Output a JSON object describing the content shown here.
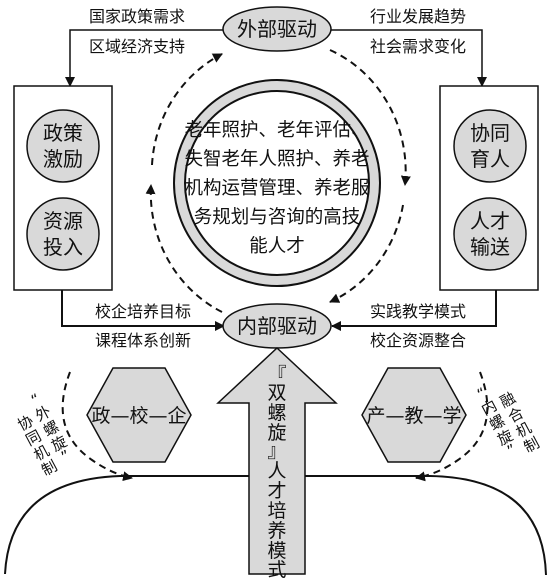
{
  "external_drive": {
    "title": "外部驱动",
    "left_reasons": [
      "国家政策需求",
      "区域经济支持"
    ],
    "right_reasons": [
      "行业发展趋势",
      "社会需求变化"
    ]
  },
  "internal_drive": {
    "title": "内部驱动",
    "left_reasons": [
      "校企培养目标",
      "课程体系创新"
    ],
    "right_reasons": [
      "实践教学模式",
      "校企资源整合"
    ]
  },
  "center_text_lines": [
    "老年照护、老年评估、",
    "失智老年人照护、养老",
    "机构运营管理、养老服",
    "务规划与咨询的高技",
    "能人才"
  ],
  "left_box": {
    "items": [
      [
        "政策",
        "激励"
      ],
      [
        "资源",
        "投入"
      ]
    ]
  },
  "right_box": {
    "items": [
      [
        "协同",
        "育人"
      ],
      [
        "人才",
        "输送"
      ]
    ]
  },
  "hex_left": "政—校—企",
  "hex_right": "产—教—学",
  "model_arrow_chars": [
    "『",
    "双",
    "螺",
    "旋",
    "』",
    "人",
    "才",
    "培",
    "养",
    "模",
    "式"
  ],
  "outer_helix": {
    "quote_open": "“",
    "term_chars": [
      "外",
      "螺",
      "旋"
    ],
    "quote_close": "”",
    "mechanism_chars": [
      "协",
      "同",
      "机",
      "制"
    ]
  },
  "inner_helix": {
    "quote_open": "“",
    "term_chars": [
      "内",
      "螺",
      "旋"
    ],
    "quote_close": "”",
    "mechanism_chars": [
      "融",
      "合",
      "机",
      "制"
    ]
  }
}
